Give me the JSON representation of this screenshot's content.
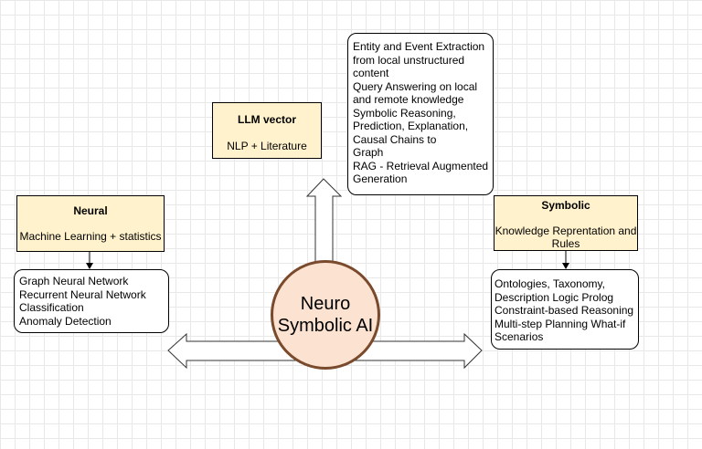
{
  "center": {
    "line1": "Neuro",
    "line2": "Symbolic AI"
  },
  "llm": {
    "title": "LLM vector",
    "subtitle": "NLP + Literature",
    "items": [
      "Entity and Event Extraction",
      "from local unstructured",
      "content",
      "Query Answering on local",
      "and remote knowledge",
      "Symbolic Reasoning,",
      "Prediction, Explanation,",
      "Causal Chains to",
      "Graph",
      "RAG - Retrieval Augmented",
      "Generation"
    ]
  },
  "neural": {
    "title": "Neural",
    "subtitle": "Machine Learning + statistics",
    "items": [
      "Graph Neural Network",
      "Recurrent Neural Network",
      "Classification",
      "Anomaly Detection"
    ]
  },
  "symbolic": {
    "title": "Symbolic",
    "subtitle_line1": "Knowledge Reprentation and",
    "subtitle_line2": "Rules",
    "items": [
      "Ontologies, Taxonomy,",
      "Description Logic Prolog",
      "Constraint-based Reasoning",
      "Multi-step Planning What-if",
      "Scenarios"
    ]
  },
  "colors": {
    "header_fill": "#fff2cc",
    "circle_fill": "#fbe2d1",
    "circle_border": "#7a4a2c",
    "grid": "#e8e8e8"
  }
}
